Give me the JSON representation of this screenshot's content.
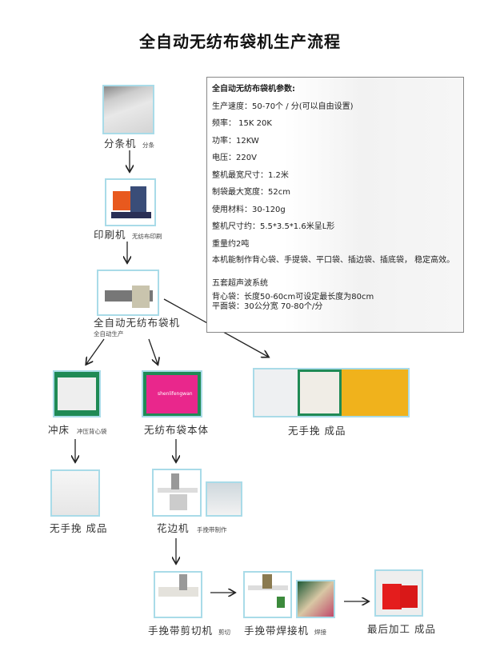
{
  "title": "全自动无纺布袋机生产流程",
  "params": {
    "heading": "全自动无纺布袋机参数:",
    "lines": [
      "生产速度：50-70个 / 分(可以自由设置)",
      "频率： 15K 20K",
      "功率：12KW",
      "电压：220V",
      "整机最宽尺寸：1.2米",
      "制袋最大宽度：52cm",
      "使用材料：30-120g",
      "整机尺寸约：5.5*3.5*1.6米呈L形",
      "重量约2吨",
      "本机能制作背心袋、手提袋、平口袋、插边袋、插底袋， 稳定高效。",
      "五套超声波系统",
      "背心袋：长度50-60cm可设定最长度为80cm",
      "平面袋：30公分宽 70-80个/分"
    ]
  },
  "steps": {
    "slitter": {
      "label": "分条机",
      "note": "分条"
    },
    "printer": {
      "label": "印刷机",
      "note": "无纺布印刷"
    },
    "bagmachine": {
      "label": "全自动无纺布袋机",
      "note": "全自动生产"
    },
    "punch": {
      "label": "冲床",
      "note": "冲压背心袋"
    },
    "bagbody": {
      "label": "无纺布袋本体"
    },
    "products_top": {
      "label": "无手挽 成品"
    },
    "products_left": {
      "label": "无手挽 成品"
    },
    "lace": {
      "label": "花边机",
      "note": "手挽带制作"
    },
    "cutter": {
      "label": "手挽带剪切机",
      "note": "剪切"
    },
    "welder": {
      "label": "手挽带焊接机",
      "note": "焊接"
    },
    "final": {
      "label": "最后加工 成品"
    }
  },
  "bag_print_text": "shenlifengwan",
  "colors": {
    "frame": "#a9dbe8",
    "pink_bag": "#e9278c",
    "green_bg": "#1f8a55",
    "yellow_bag": "#f0b21c",
    "red_bag": "#e41d1d"
  }
}
